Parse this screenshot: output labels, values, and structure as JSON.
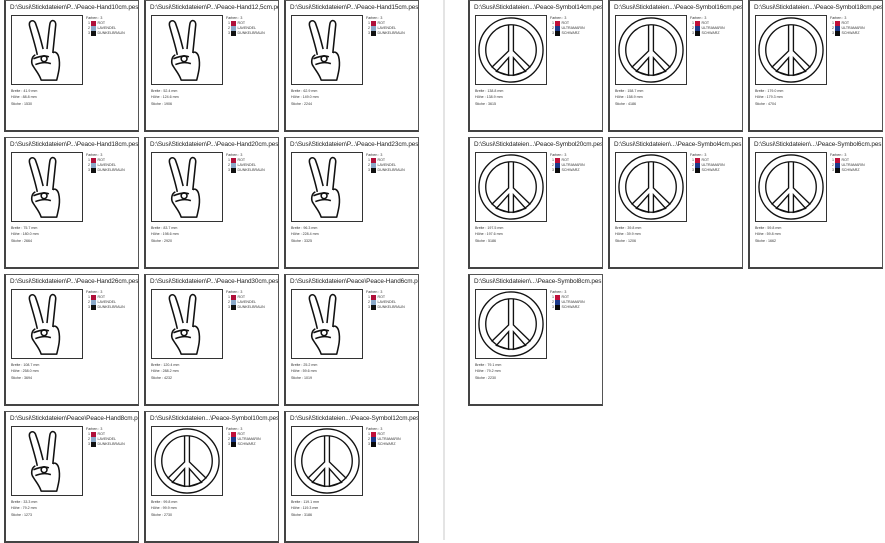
{
  "labels": {
    "colors_count": "Farben : 3",
    "width_label": "Breite :",
    "height_label": "Höhe :",
    "stitches_label": "Stiche :"
  },
  "thread_colors": {
    "hand": [
      {
        "num": "1",
        "name": "ROT",
        "hex": "#b0103a"
      },
      {
        "num": "2",
        "name": "LAVENDEL",
        "hex": "#8aa8c8"
      },
      {
        "num": "3",
        "name": "DUNKELBRAUN",
        "hex": "#111111"
      }
    ],
    "symbol": [
      {
        "num": "1",
        "name": "ROT",
        "hex": "#c0103a"
      },
      {
        "num": "2",
        "name": "ULTRAMARIN",
        "hex": "#1c3a8a"
      },
      {
        "num": "3",
        "name": "SCHWARZ",
        "hex": "#0a0a0a"
      }
    ]
  },
  "left_page": {
    "cells": [
      {
        "title": "D:\\Susi\\Stickdateien\\P...\\Peace-Hand10cm.pes",
        "type": "hand",
        "width": "41.9 mm",
        "height": "88.8 mm",
        "stitches": "1530"
      },
      {
        "title": "D:\\Susi\\Stickdateien\\P...\\Peace-Hand12,5cm.pes",
        "type": "hand",
        "width": "52.4 mm",
        "height": "124.6 mm",
        "stitches": "1906"
      },
      {
        "title": "D:\\Susi\\Stickdateien\\P...\\Peace-Hand15cm.pes",
        "type": "hand",
        "width": "62.9 mm",
        "height": "149.0 mm",
        "stitches": "2244"
      },
      {
        "title": "D:\\Susi\\Stickdateien\\P...\\Peace-Hand18cm.pes",
        "type": "hand",
        "width": "75.7 mm",
        "height": "180.0 mm",
        "stitches": "2664"
      },
      {
        "title": "D:\\Susi\\Stickdateien\\P...\\Peace-Hand20cm.pes",
        "type": "hand",
        "width": "83.7 mm",
        "height": "198.6 mm",
        "stitches": "2920"
      },
      {
        "title": "D:\\Susi\\Stickdateien\\P...\\Peace-Hand23cm.pes",
        "type": "hand",
        "width": "96.3 mm",
        "height": "228.4 mm",
        "stitches": "3325"
      },
      {
        "title": "D:\\Susi\\Stickdateien\\P...\\Peace-Hand26cm.pes",
        "type": "hand",
        "width": "108.7 mm",
        "height": "258.0 mm",
        "stitches": "3694"
      },
      {
        "title": "D:\\Susi\\Stickdateien\\P...\\Peace-Hand30cm.pes",
        "type": "hand",
        "width": "120.4 mm",
        "height": "288.2 mm",
        "stitches": "4232"
      },
      {
        "title": "D:\\Susi\\Stickdateien\\Peace\\Peace-Hand6cm.pes",
        "type": "hand",
        "width": "25.2 mm",
        "height": "59.6 mm",
        "stitches": "1019"
      },
      {
        "title": "D:\\Susi\\Stickdateien\\Peace\\Peace-Hand8cm.pes",
        "type": "hand",
        "width": "33.3 mm",
        "height": "79.2 mm",
        "stitches": "1273"
      },
      {
        "title": "D:\\Susi\\Stickdateien...\\Peace-Symbol10cm.pes",
        "type": "symbol",
        "width": "99.8 mm",
        "height": "99.9 mm",
        "stitches": "2730"
      },
      {
        "title": "D:\\Susi\\Stickdateien...\\Peace-Symbol12cm.pes",
        "type": "symbol",
        "width": "119.1 mm",
        "height": "119.3 mm",
        "stitches": "3186"
      }
    ]
  },
  "right_page": {
    "cells": [
      {
        "title": "D:\\Susi\\Stickdateien...\\Peace-Symbol14cm.pes",
        "type": "symbol",
        "width": "138.8 mm",
        "height": "138.9 mm",
        "stitches": "3615"
      },
      {
        "title": "D:\\Susi\\Stickdateien...\\Peace-Symbol16cm.pes",
        "type": "symbol",
        "width": "158.7 mm",
        "height": "158.9 mm",
        "stitches": "4186"
      },
      {
        "title": "D:\\Susi\\Stickdateien...\\Peace-Symbol18cm.pes",
        "type": "symbol",
        "width": "179.0 mm",
        "height": "179.3 mm",
        "stitches": "4704"
      },
      {
        "title": "D:\\Susi\\Stickdateien...\\Peace-Symbol20cm.pes",
        "type": "symbol",
        "width": "197.5 mm",
        "height": "197.6 mm",
        "stitches": "5186"
      },
      {
        "title": "D:\\Susi\\Stickdateien\\...\\Peace-Symbol4cm.pes",
        "type": "symbol",
        "width": "39.8 mm",
        "height": "39.9 mm",
        "stitches": "1206"
      },
      {
        "title": "D:\\Susi\\Stickdateien\\...\\Peace-Symbol6cm.pes",
        "type": "symbol",
        "width": "59.8 mm",
        "height": "59.8 mm",
        "stitches": "1662"
      },
      {
        "title": "D:\\Susi\\Stickdateien\\...\\Peace-Symbol8cm.pes",
        "type": "symbol",
        "width": "79.1 mm",
        "height": "79.2 mm",
        "stitches": "2230"
      }
    ]
  }
}
